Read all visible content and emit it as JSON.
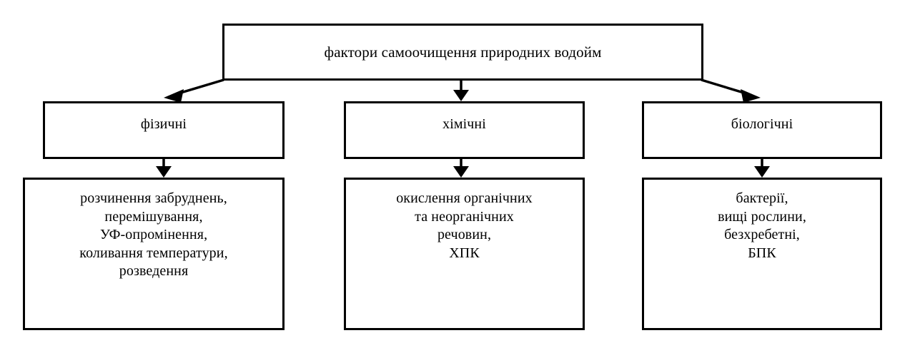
{
  "diagram": {
    "type": "hierarchy-flowchart",
    "root": {
      "id": "root",
      "label": "фактори самоочищення природних водойм"
    },
    "branches": [
      {
        "id": "physical",
        "category_label": "фізичні",
        "detail_label": "розчинення забруднень,\nперемішування,\nУФ-опромінення,\nколивання температури,\nрозведення",
        "detail_items": [
          "розчинення забруднень,",
          "перемішування,",
          "УФ-опромінення,",
          "коливання температури,",
          "розведення"
        ]
      },
      {
        "id": "chemical",
        "category_label": "хімічні",
        "detail_label": "окислення органічних\nта неорганічних\nречовин,\nХПК",
        "detail_items": [
          "окислення органічних",
          "та неорганічних",
          "речовин,",
          "ХПК"
        ]
      },
      {
        "id": "biological",
        "category_label": "біологічні",
        "detail_label": "бактерії,\nвищі рослини,\nбезхребетні,\nБПК",
        "detail_items": [
          "бактерії,",
          "вищі рослини,",
          "безхребетні,",
          "БПК"
        ]
      }
    ],
    "colors": {
      "stroke": "#000000",
      "background": "#ffffff",
      "text": "#000000"
    },
    "connectors": [
      {
        "name": "root-to-physical",
        "style": "diagonal-arrow",
        "direction": "down-left"
      },
      {
        "name": "root-to-chemical",
        "style": "vertical-arrow",
        "direction": "down"
      },
      {
        "name": "root-to-biological",
        "style": "diagonal-arrow",
        "direction": "down-right"
      },
      {
        "name": "physical-to-detail",
        "style": "vertical-arrow",
        "direction": "down"
      },
      {
        "name": "chemical-to-detail",
        "style": "vertical-arrow",
        "direction": "down"
      },
      {
        "name": "biological-to-detail",
        "style": "vertical-arrow",
        "direction": "down"
      }
    ]
  }
}
